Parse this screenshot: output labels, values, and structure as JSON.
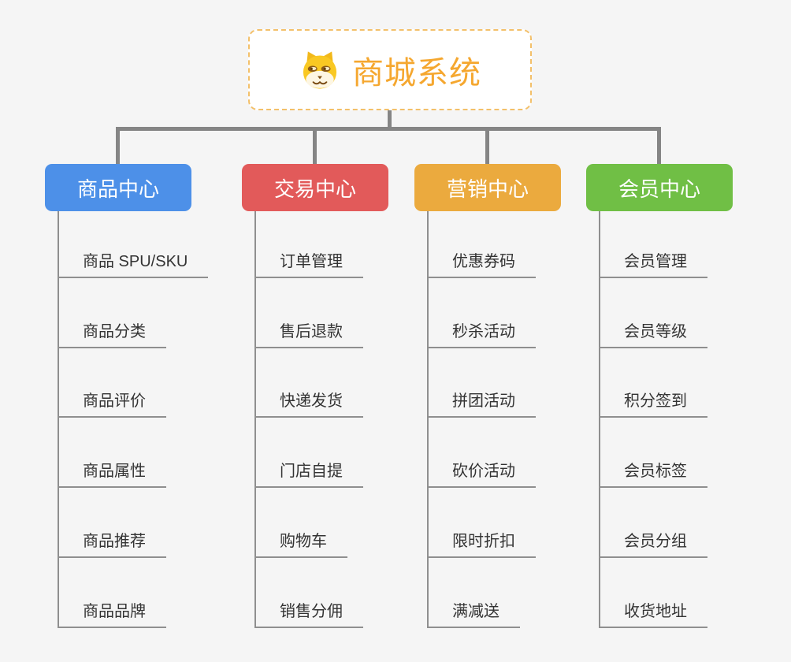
{
  "root": {
    "title": "商城系统",
    "icon": "shiba-dog-face-icon"
  },
  "branches": [
    {
      "label": "商品中心",
      "color": "#4d90e8",
      "children": [
        "商品 SPU/SKU",
        "商品分类",
        "商品评价",
        "商品属性",
        "商品推荐",
        "商品品牌"
      ]
    },
    {
      "label": "交易中心",
      "color": "#e25a5a",
      "children": [
        "订单管理",
        "售后退款",
        "快递发货",
        "门店自提",
        "购物车",
        "销售分佣"
      ]
    },
    {
      "label": "营销中心",
      "color": "#ebaa3e",
      "children": [
        "优惠券码",
        "秒杀活动",
        "拼团活动",
        "砍价活动",
        "限时折扣",
        "满减送"
      ]
    },
    {
      "label": "会员中心",
      "color": "#70bf45",
      "children": [
        "会员管理",
        "会员等级",
        "积分签到",
        "会员标签",
        "会员分组",
        "收货地址"
      ]
    }
  ],
  "colors": {
    "background": "#f5f5f5",
    "connector": "#858585",
    "leaf_line": "#8f8f8f",
    "root_accent": "#f5a72f",
    "root_border": "#f3c06a",
    "leaf_text": "#333333"
  }
}
